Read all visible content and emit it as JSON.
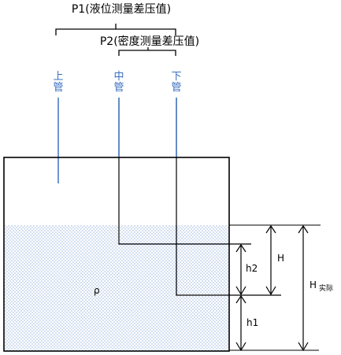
{
  "labels": {
    "p1": "P1(液位测量差压值)",
    "p2": "P2(密度测量差压值)",
    "pipe_upper": [
      "上",
      "管"
    ],
    "pipe_middle": [
      "中",
      "管"
    ],
    "pipe_lower": [
      "下",
      "管"
    ],
    "rho": "ρ",
    "H": "H",
    "h2": "h2",
    "h1": "h1",
    "H_actual_main": "H",
    "H_actual_sub": "实际"
  },
  "colors": {
    "pipe_label": "#3a6fc0",
    "pipe_line": "#4a7cc8",
    "liquid_dot": "#2f64b8",
    "outline": "#000000"
  }
}
